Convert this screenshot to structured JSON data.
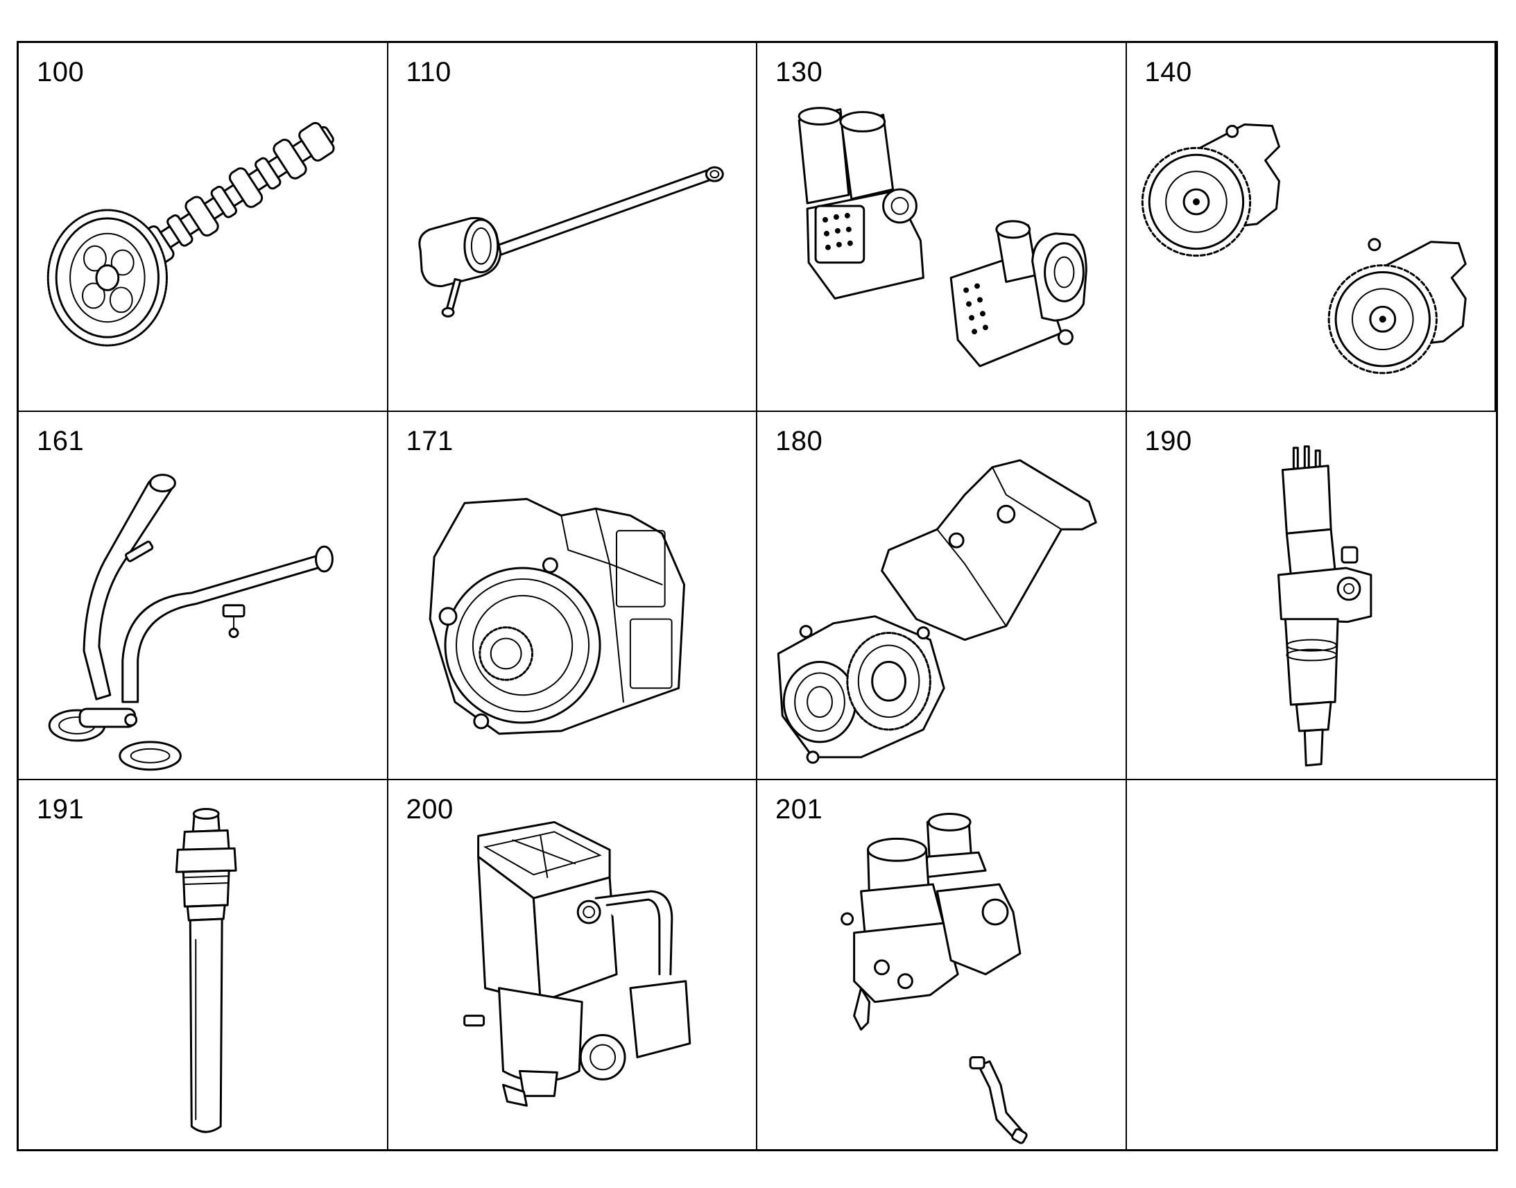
{
  "parts": [
    {
      "number": "100",
      "icon": "camshaft-with-gear-icon"
    },
    {
      "number": "110",
      "icon": "oil-dipstick-tube-icon"
    },
    {
      "number": "130",
      "icon": "oil-filter-module-icon"
    },
    {
      "number": "140",
      "icon": "gear-pump-icon"
    },
    {
      "number": "161",
      "icon": "coolant-pipe-icon"
    },
    {
      "number": "171",
      "icon": "high-pressure-pump-icon"
    },
    {
      "number": "180",
      "icon": "engine-bracket-assembly-icon"
    },
    {
      "number": "190",
      "icon": "fuel-injector-icon"
    },
    {
      "number": "191",
      "icon": "injector-sleeve-icon"
    },
    {
      "number": "200",
      "icon": "fuel-prefilter-unit-icon"
    },
    {
      "number": "201",
      "icon": "fuel-filter-module-icon"
    },
    {
      "number": "",
      "icon": ""
    }
  ]
}
